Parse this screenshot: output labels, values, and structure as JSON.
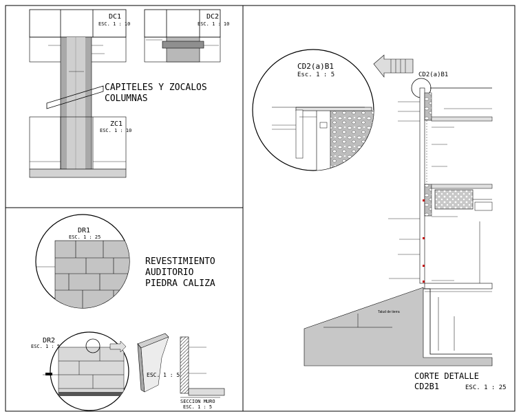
{
  "sheet": {
    "dc1": {
      "title": "DC1",
      "scale": "ESC. 1 : 10"
    },
    "dc2": {
      "title": "DC2",
      "scale": "ESC. 1 : 10"
    },
    "zc1": {
      "title": "ZC1",
      "scale": "ESC. 1 : 10"
    },
    "capiteles": {
      "line1": "CAPITELES Y ZOCALOS",
      "line2": "COLUMNAS"
    },
    "dr1": {
      "title": "DR1",
      "scale": "ESC. 1 : 25"
    },
    "revestimiento": {
      "line1": "REVESTIMIENTO",
      "line2": "AUDITORIO",
      "line3": "PIEDRA CALIZA"
    },
    "dr2": {
      "title": "DR2",
      "scale": "ESC. 1 : 5"
    },
    "dr2_scale2": "ESC. 1 : 5",
    "seccion_muro": {
      "title": "SECCION MURO",
      "scale": "ESC. 1 : 5"
    },
    "cd2_bubble": {
      "title": "CD2(a)B1",
      "scale": "Esc. 1 : 5"
    },
    "cd2_marker": "CD2(a)B1",
    "talud": "Talud de tierra",
    "corte": {
      "line1": "CORTE DETALLE",
      "line2": "CD2B1",
      "scale": "ESC. 1 : 25"
    }
  }
}
